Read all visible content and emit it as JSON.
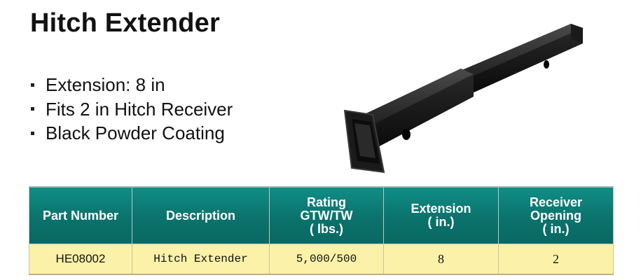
{
  "product": {
    "title": "Hitch Extender",
    "image_name": "hitch-extender-product-image"
  },
  "features": [
    "Extension: 8 in",
    "Fits 2 in Hitch Receiver",
    "Black Powder Coating"
  ],
  "table": {
    "headers": [
      [
        "Part Number"
      ],
      [
        "Description"
      ],
      [
        "Rating",
        "GTW/TW",
        "( lbs.)"
      ],
      [
        "Extension",
        "( in.)"
      ],
      [
        "Receiver",
        "Opening",
        "( in.)"
      ]
    ],
    "rows": [
      [
        "HE08002",
        "Hitch Extender",
        "5,000/500",
        "8",
        "2"
      ]
    ]
  },
  "colors": {
    "header_bg": "#0b726c",
    "row_bg": "#fbf1a8",
    "header_text": "#ffffff"
  }
}
